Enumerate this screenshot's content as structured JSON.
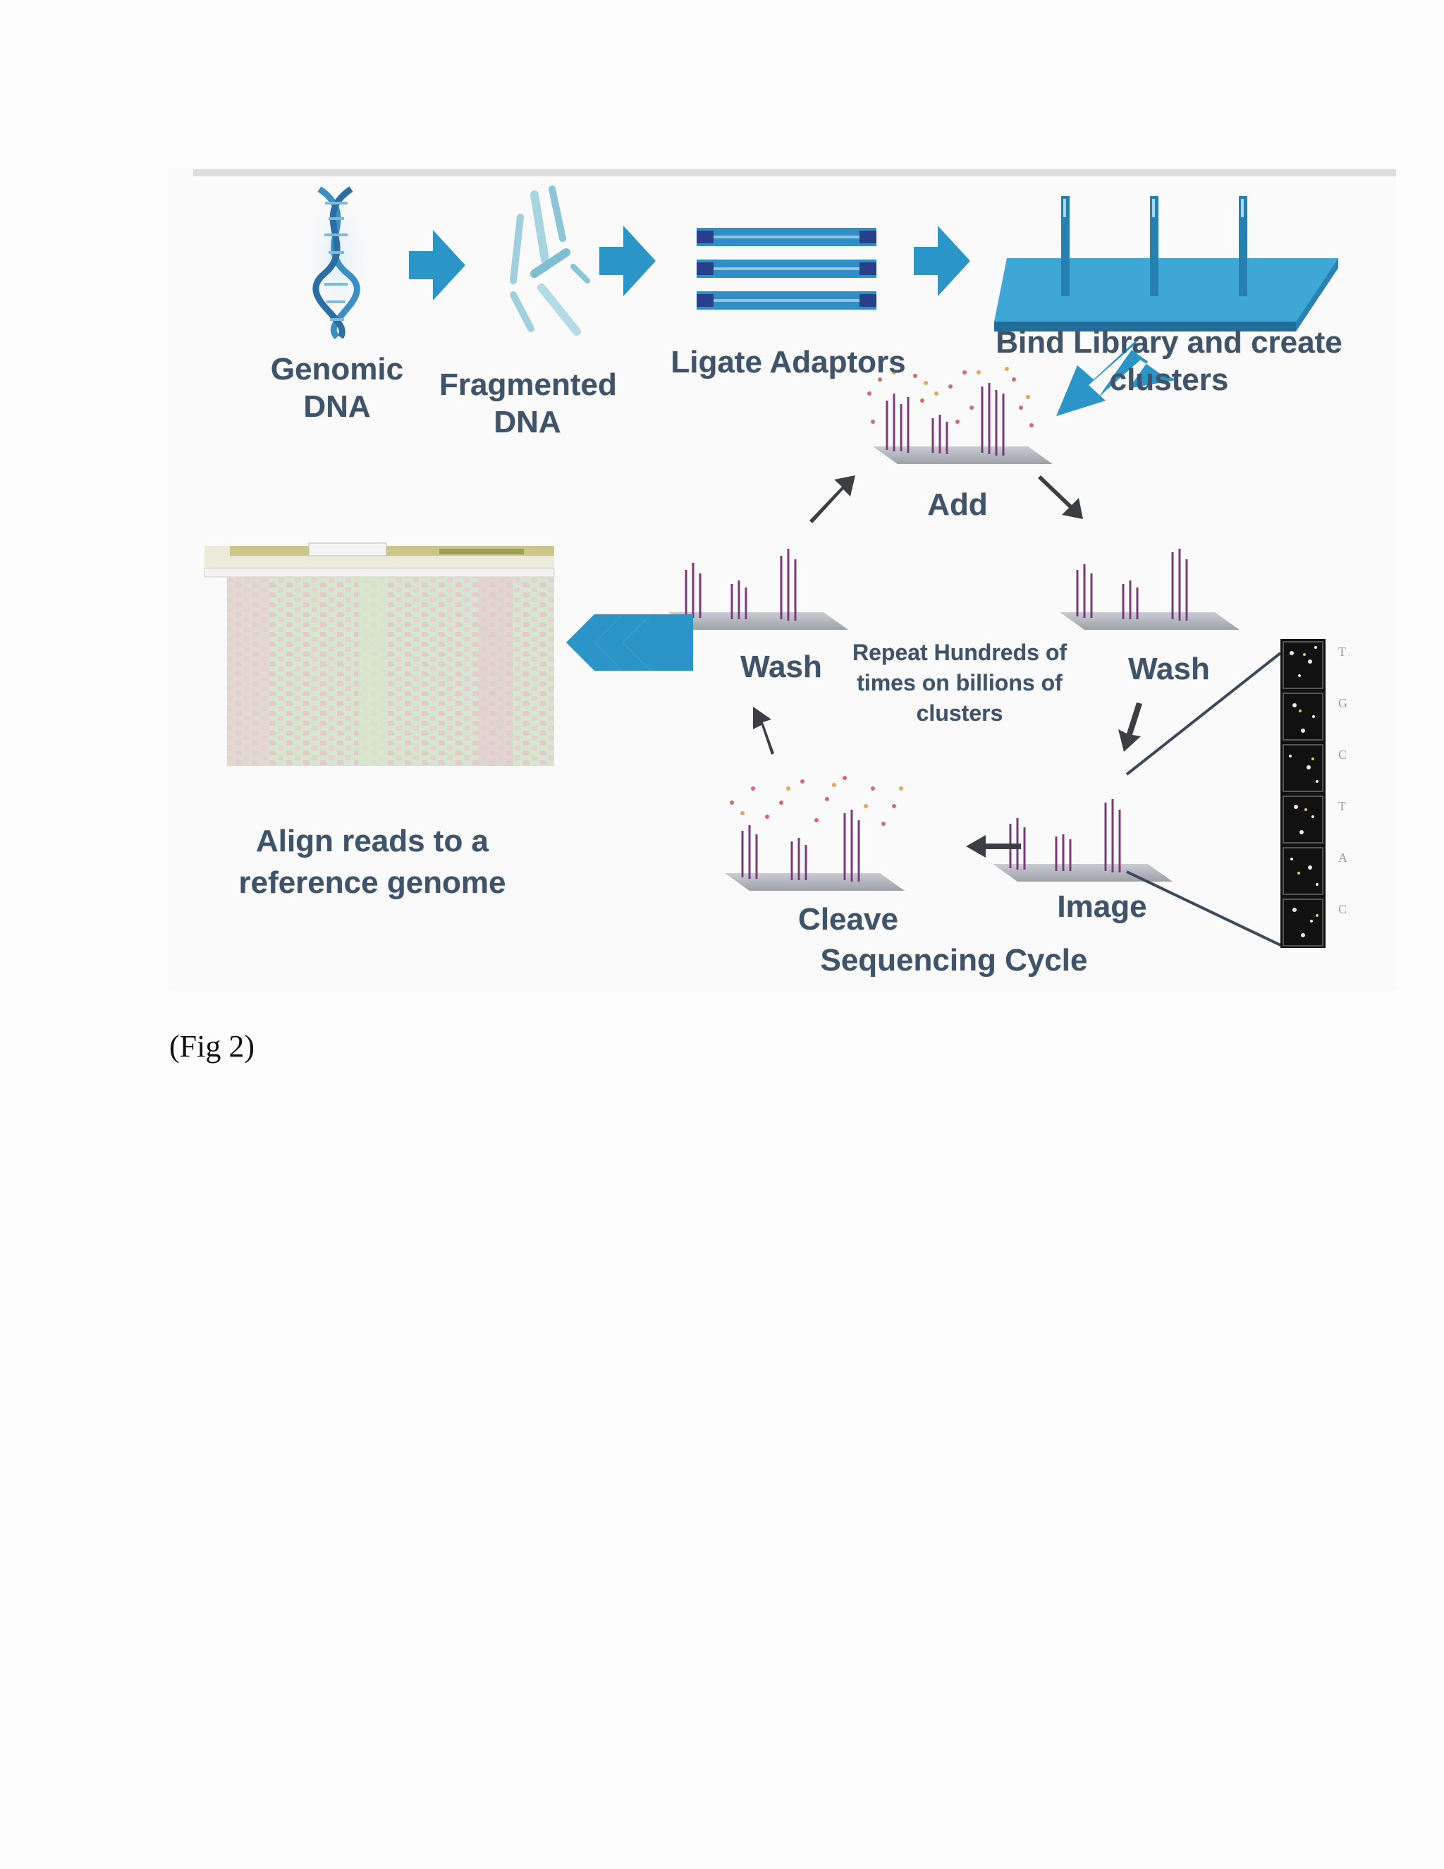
{
  "diagram": {
    "labels": {
      "genomic_dna": "Genomic\nDNA",
      "fragmented_dna": "Fragmented\nDNA",
      "ligate_adaptors": "Ligate Adaptors",
      "bind_library": "Bind Library and create\nclusters",
      "add": "Add",
      "wash_left": "Wash",
      "wash_right": "Wash",
      "repeat": "Repeat Hundreds of\ntimes on billions of\nclusters",
      "image": "Image",
      "cleave": "Cleave",
      "sequencing_cycle": "Sequencing Cycle",
      "align_reads": "Align reads to a\nreference genome"
    },
    "base_letters": [
      "T",
      "G",
      "C",
      "T",
      "A",
      "C"
    ],
    "colors": {
      "process_blue": "#2b95c8",
      "dark_arrow": "#3b3f44",
      "label_text": "#3f5468"
    }
  },
  "caption": "(Fig 2)"
}
